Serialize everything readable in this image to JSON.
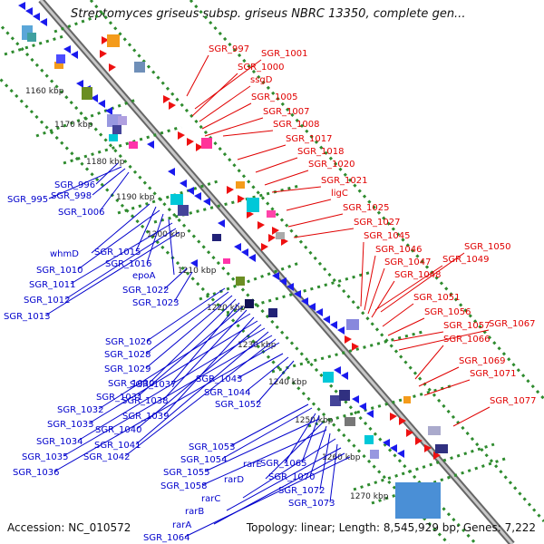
{
  "title": "Streptomyces griseus subsp. griseus NBRC 13350, complete gen...",
  "footer": {
    "accession": "Accession: NC_010572",
    "summary": "Topology: linear; Length: 8,545,929 bp; Genes: 7,222"
  },
  "colors": {
    "forward_label": "#e00000",
    "reverse_label": "#0000cc",
    "backbone": "#888888",
    "dotted_track": "#2e8b2e"
  },
  "ticks": [
    "1160 kbp",
    "1170 kbp",
    "1180 kbp",
    "1190 kbp",
    "1200 kbp",
    "1210 kbp",
    "1220 kbp",
    "1230 kbp",
    "1240 kbp",
    "1250 kbp",
    "1260 kbp",
    "1270 kbp"
  ],
  "forward_genes": [
    "SGR_997",
    "SGR_1001",
    "SGR_1000",
    "ssgD",
    "SGR_1005",
    "SGR_1007",
    "SGR_1008",
    "SGR_1017",
    "SGR_1018",
    "SGR_1020",
    "SGR_1021",
    "ligC",
    "SGR_1025",
    "SGR_1027",
    "SGR_1045",
    "SGR_1046",
    "SGR_1047",
    "SGR_1048",
    "SGR_1050",
    "SGR_1049",
    "SGR_1051",
    "SGR_1056",
    "SGR_1057",
    "SGR_1067",
    "SGR_1066",
    "SGR_1069",
    "SGR_1071",
    "SGR_1077"
  ],
  "reverse_genes": [
    "SGR_996",
    "SGR_995",
    "SGR_998",
    "SGR_1006",
    "whmD",
    "SGR_1015",
    "SGR_1010",
    "SGR_1016",
    "epoA",
    "SGR_1011",
    "SGR_1012",
    "SGR_1013",
    "SGR_1022",
    "SGR_1023",
    "SGR_1026",
    "SGR_1028",
    "SGR_1029",
    "SGR_1030",
    "SGR_1037",
    "SGR_1031",
    "SGR_1038",
    "SGR_1032",
    "SGR_1039",
    "SGR_1033",
    "SGR_1040",
    "SGR_1034",
    "SGR_1041",
    "SGR_1035",
    "SGR_1042",
    "SGR_1036",
    "SGR_1043",
    "SGR_1044",
    "SGR_1052",
    "SGR_1053",
    "SGR_1054",
    "rarE",
    "SGR_1065",
    "SGR_1055",
    "rarD",
    "SGR_1070",
    "SGR_1058",
    "SGR_1072",
    "rarC",
    "SGR_1073",
    "rarB",
    "rarA",
    "SGR_1064"
  ]
}
